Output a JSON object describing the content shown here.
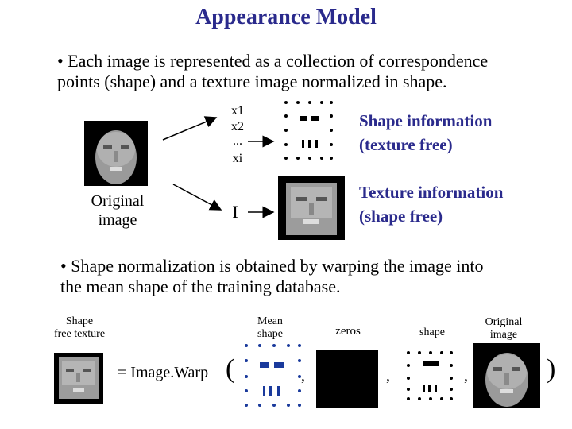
{
  "title": "Appearance Model",
  "bullet1": {
    "line1": "• Each image is represented as a collection of correspondence",
    "line2": "points (shape) and a texture image normalized in shape."
  },
  "shape_vector": {
    "x1": "x1",
    "x2": "x2",
    "dots": "...",
    "xi": "xi"
  },
  "original_label": {
    "line1": "Original",
    "line2": "image"
  },
  "texture_symbol": "I",
  "shape_info": {
    "line1": "Shape information",
    "line2": "(texture free)"
  },
  "texture_info": {
    "line1": "Texture information",
    "line2": "(shape free)"
  },
  "bullet2": {
    "line1": "• Shape normalization is obtained by warping the image into",
    "line2": "the mean shape of the training database."
  },
  "equation": {
    "shape_free_label": {
      "line1": "Shape",
      "line2": "free texture"
    },
    "mean_shape_label": {
      "line1": "Mean",
      "line2": "shape"
    },
    "zeros_label": "zeros",
    "shape_label": "shape",
    "original_label": {
      "line1": "Original",
      "line2": "image"
    },
    "warp_text": "= Image.Warp",
    "open_paren": "(",
    "close_paren": ")",
    "comma": ","
  }
}
